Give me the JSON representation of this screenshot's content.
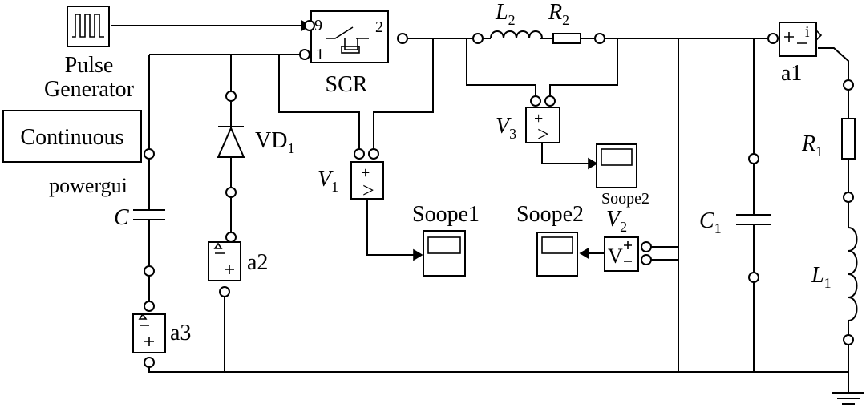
{
  "blocks": {
    "pulse_generator": {
      "line1": "Pulse",
      "line2": "Generator"
    },
    "powergui": {
      "box_label": "Continuous",
      "caption": "powergui"
    },
    "scr": {
      "label": "SCR",
      "port_gate": "9",
      "port_in": "1",
      "port_out": "2"
    },
    "vd1": {
      "name": "VD",
      "sub": "1"
    },
    "capacitor_c": {
      "name": "C"
    },
    "capacitor_c1": {
      "name": "C",
      "sub": "1"
    },
    "inductor_l2": {
      "name": "L",
      "sub": "2"
    },
    "resistor_r2": {
      "name": "R",
      "sub": "2"
    },
    "resistor_r1": {
      "name": "R",
      "sub": "1"
    },
    "inductor_l1": {
      "name": "L",
      "sub": "1"
    },
    "voltmeter_v1": {
      "name": "V",
      "sub": "1",
      "plus": "+",
      "arrow": ">"
    },
    "voltmeter_v2": {
      "name": "V",
      "sub": "2",
      "text": "V"
    },
    "voltmeter_v3": {
      "name": "V",
      "sub": "3",
      "plus": "+",
      "arrow": ">"
    },
    "scope1": {
      "label": "Soope1"
    },
    "scope2_left": {
      "label": "Soope2"
    },
    "scope2_right": {
      "label": "Soope2"
    },
    "ammeter_a1": {
      "label": "a1",
      "glyph": "i"
    },
    "ammeter_a2": {
      "label": "a2"
    },
    "ammeter_a3": {
      "label": "a3"
    }
  }
}
